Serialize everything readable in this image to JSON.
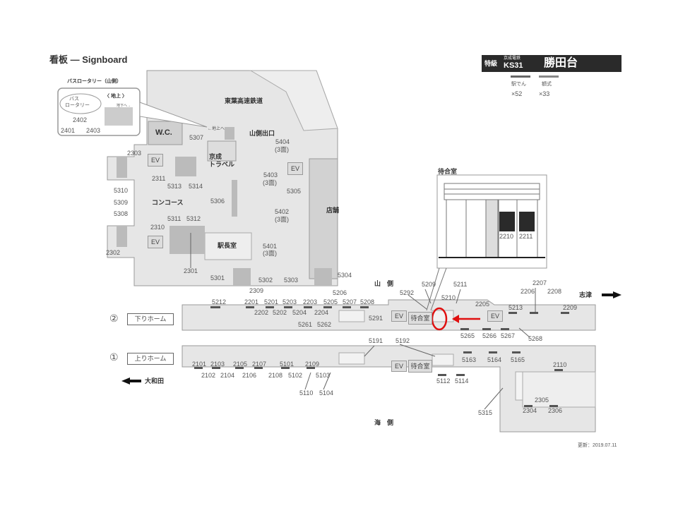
{
  "title": "看板 — Signboard",
  "inset": {
    "caption": "バスロータリー（山側）",
    "ground": "〈 地上 〉",
    "bus_line1": "バス",
    "bus_line2": "ロータリー",
    "to_under": "地下へ→",
    "s2401": "2401",
    "s2402": "2402",
    "s2403": "2403"
  },
  "station": {
    "class": "特級",
    "company": "京成電鉄",
    "code": "KS31",
    "name": "勝田台",
    "type1_label": "駅でん",
    "type1_count": "×52",
    "type2_label": "額式",
    "type2_count": "×33"
  },
  "areas": {
    "toyo": "東葉高速鉄道",
    "yamagawa_exit": "山側出口",
    "wc": "W.C.",
    "keisei_travel1": "京成",
    "keisei_travel2": "トラベル",
    "concourse": "コンコース",
    "stationmaster": "駅長室",
    "shop": "店舗",
    "ev": "EV",
    "waiting": "待合室",
    "three_face": "(3面)",
    "to_ground": "←地上へ",
    "mountain_side": "山　側",
    "sea_side": "海　側",
    "to_shizu": "志津",
    "to_owada": "大和田",
    "platform2_num": "②",
    "platform2": "下りホーム",
    "platform1_num": "①",
    "platform1": "上りホーム",
    "updated": "更新：2019.07.11"
  },
  "signs": {
    "s5307": "5307",
    "s5404": "5404",
    "s2303": "2303",
    "s5403": "5403",
    "s2311": "2311",
    "s5313": "5313",
    "s5314": "5314",
    "s5305": "5305",
    "s5310": "5310",
    "s5309": "5309",
    "s5308": "5308",
    "s5306": "5306",
    "s5402": "5402",
    "s5311": "5311",
    "s5312": "5312",
    "s2310": "2310",
    "s5401": "5401",
    "s2302": "2302",
    "s2301": "2301",
    "s5301": "5301",
    "s5302": "5302",
    "s5303": "5303",
    "s5304": "5304",
    "s2309": "2309",
    "s5206": "5206",
    "s5212": "5212",
    "s2201": "2201",
    "s5201": "5201",
    "s5203": "5203",
    "s2203": "2203",
    "s5205": "5205",
    "s5207": "5207",
    "s5208": "5208",
    "s2202": "2202",
    "s5202": "5202",
    "s5204": "5204",
    "s2204": "2204",
    "s5261": "5261",
    "s5262": "5262",
    "s5291": "5291",
    "s5191": "5191",
    "s2101": "2101",
    "s2103": "2103",
    "s2105": "2105",
    "s2107": "2107",
    "s5101": "5101",
    "s2109": "2109",
    "s2102": "2102",
    "s2104": "2104",
    "s2106": "2106",
    "s2108": "2108",
    "s5102": "5102",
    "s5103": "5103",
    "s5110": "5110",
    "s5104": "5104",
    "s5209": "5209",
    "s5211": "5211",
    "s5292": "5292",
    "s5210": "5210",
    "s2205": "2205",
    "s2206": "2206",
    "s2207": "2207",
    "s2208": "2208",
    "s2209": "2209",
    "s5213": "5213",
    "s5265": "5265",
    "s5266": "5266",
    "s5267": "5267",
    "s5268": "5268",
    "s5192": "5192",
    "s5163": "5163",
    "s5164": "5164",
    "s5165": "5165",
    "s2110": "2110",
    "s5112": "5112",
    "s5114": "5114",
    "s5315": "5315",
    "s2305": "2305",
    "s2304": "2304",
    "s2306": "2306",
    "s2210": "2210",
    "s2211": "2211"
  },
  "colors": {
    "highlight": "#e01010",
    "header_bg": "#2a2a2a",
    "area": "#e6e6e6"
  }
}
